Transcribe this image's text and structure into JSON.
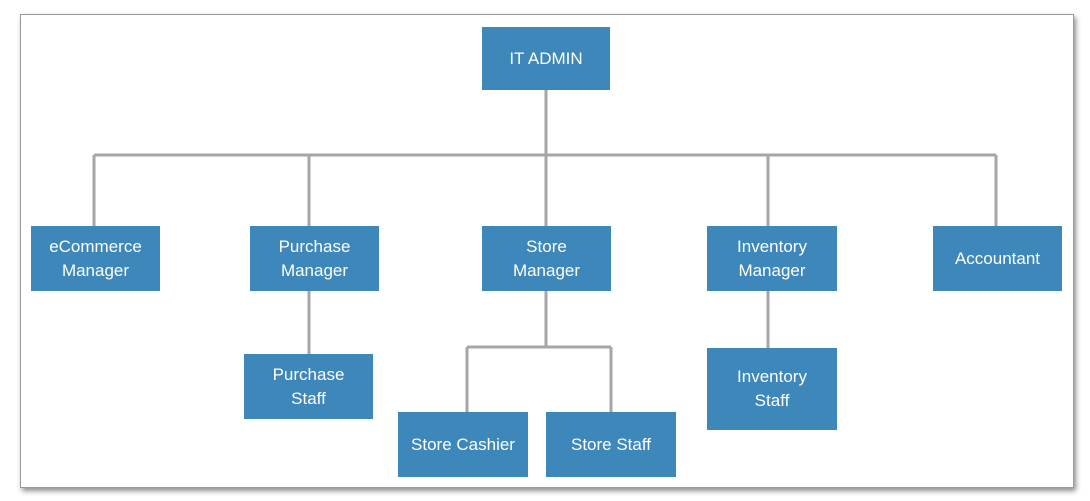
{
  "colors": {
    "node_fill": "#3d87ba",
    "node_text": "#ffffff",
    "connector": "#a6a6a6",
    "background": "#ffffff"
  },
  "org_chart": {
    "root": "IT ADMIN",
    "ecommerce_manager": "eCommerce\nManager",
    "purchase_manager": "Purchase\nManager",
    "store_manager": "Store\nManager",
    "inventory_manager": "Inventory\nManager",
    "accountant": "Accountant",
    "purchase_staff": "Purchase\nStaff",
    "store_cashier": "Store Cashier",
    "store_staff": "Store Staff",
    "inventory_staff": "Inventory\nStaff"
  }
}
